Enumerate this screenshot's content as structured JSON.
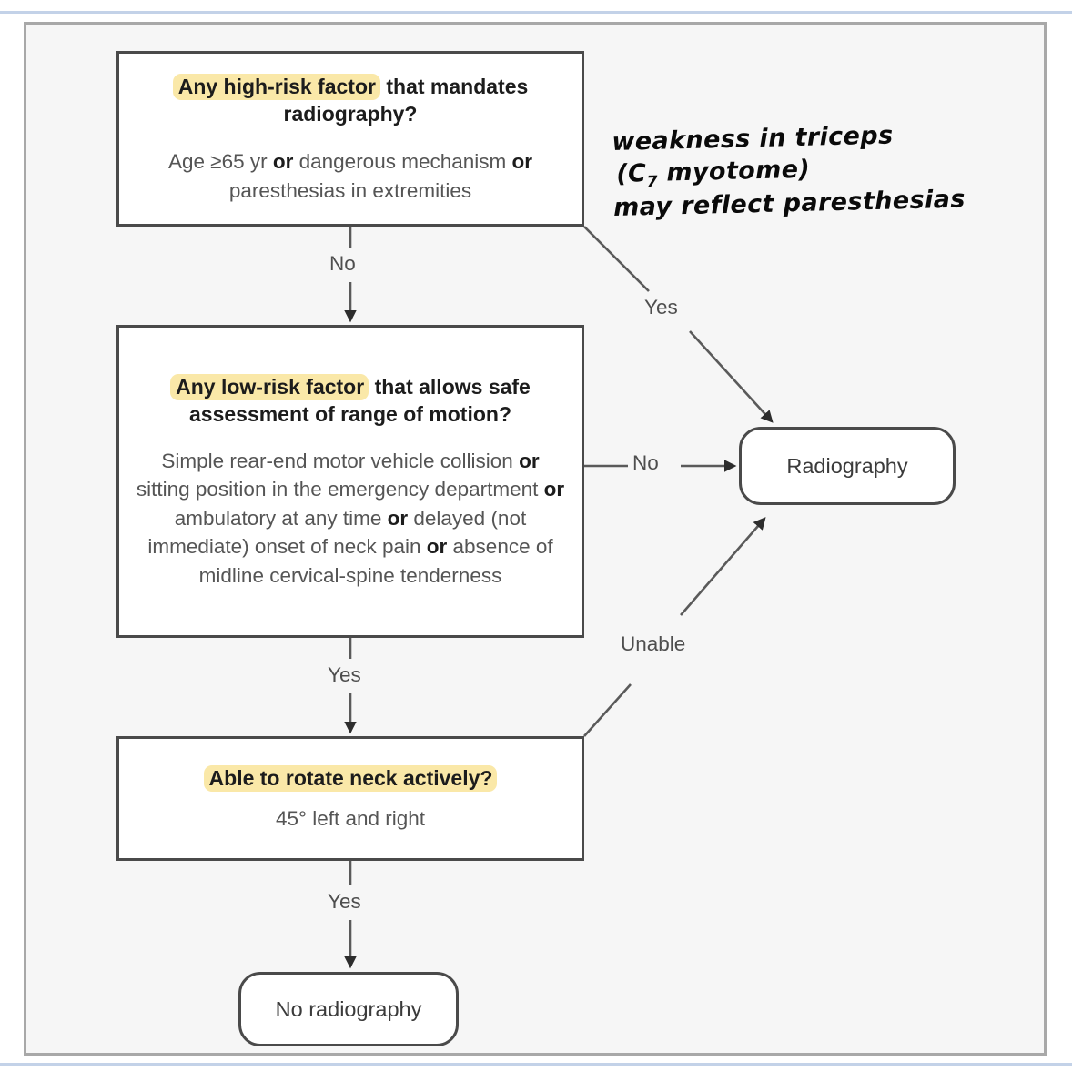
{
  "figure": {
    "type": "clinical-decision-flowchart",
    "highlight_color": "#fae8a8",
    "border_color": "#4a4a4a",
    "panel_background": "#f6f6f6",
    "rule_color": "#c3d2e8"
  },
  "nodes": {
    "high_risk": {
      "question_highlight": "Any high-risk factor",
      "question_rest": " that mandates radiography?",
      "detail_1": "Age ≥65 yr ",
      "detail_or_1": "or",
      "detail_2": " dangerous mechanism ",
      "detail_or_2": "or",
      "detail_3": " paresthesias in extremities"
    },
    "low_risk": {
      "question_highlight": "Any low-risk factor",
      "question_rest": " that allows safe assessment of range of motion?",
      "detail_1": "Simple rear-end motor vehicle collision ",
      "detail_or_1": "or",
      "detail_2": " sitting position in the emergency department ",
      "detail_or_2": "or",
      "detail_3": " ambulatory at any time ",
      "detail_or_3": "or",
      "detail_4": " delayed (not immediate) onset of neck pain ",
      "detail_or_4": "or",
      "detail_5": " absence of midline cervical-spine tenderness"
    },
    "rotate": {
      "question_highlight": "Able to rotate neck actively?",
      "detail": "45° left and right"
    },
    "radiography": {
      "label": "Radiography"
    },
    "no_radiography": {
      "label": "No radiography"
    }
  },
  "edges": {
    "high_risk_no": "No",
    "high_risk_yes": "Yes",
    "low_risk_no": "No",
    "low_risk_yes": "Yes",
    "rotate_unable": "Unable",
    "rotate_yes": "Yes"
  },
  "annotation": {
    "line_1": "weakness in triceps",
    "line_2_pre": "(C",
    "line_2_sub": "7",
    "line_2_post": " myotome)",
    "line_3": "may reflect paresthesias"
  }
}
